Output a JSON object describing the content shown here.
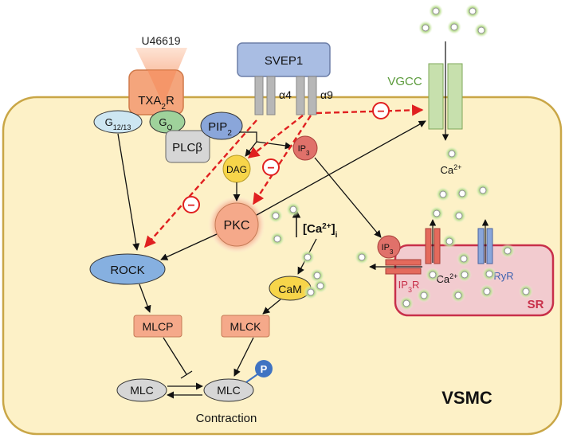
{
  "agonist": "U46619",
  "receptor": {
    "main": "TXA",
    "sub": "2",
    "tail": "R"
  },
  "g1213": {
    "main": "G",
    "sub": "12/13"
  },
  "gq": {
    "main": "G",
    "sub": "Q"
  },
  "pip2": {
    "main": "PIP",
    "sub": "2"
  },
  "plcb": "PLCβ",
  "svep1": "SVEP1",
  "alpha4": "α4",
  "alpha9": "α9",
  "vgcc": "VGCC",
  "ip3": {
    "main": "IP",
    "sub": "3"
  },
  "dag": "DAG",
  "pkc": "PKC",
  "ca_cyto": {
    "main": "Ca",
    "sup": "2+"
  },
  "ca_i": {
    "open": "[Ca",
    "sup": "2+",
    "close": "]",
    "sub": "i"
  },
  "ca_sr": {
    "main": "Ca",
    "sup": "2+"
  },
  "rock": "ROCK",
  "cam": "CaM",
  "mlcp": "MLCP",
  "mlck": "MLCK",
  "mlc1": "MLC",
  "mlc2": "MLC",
  "phospho": "P",
  "contraction": "Contraction",
  "ip3r": {
    "main": "IP",
    "sub": "3",
    "tail": "R"
  },
  "ryr": "RyR",
  "sr": "SR",
  "cell": "VSMC",
  "inhibit_symbol": "−",
  "colors": {
    "cell_fill": "#fdf1c7",
    "cell_stroke": "#c9a646",
    "receptor": "#f4a57c",
    "svep1": "#a9bde3",
    "integrin": "#b7b7b7",
    "vgcc": "#c7e0ad",
    "vgcc_text": "#5a9a3a",
    "pip2": "#8aa6da",
    "g1213": "#cde6f2",
    "gq": "#9fd29b",
    "plcb": "#d6d6d6",
    "ip3": "#e0716a",
    "dag": "#f7d54a",
    "pkc": "#f5a98a",
    "rock": "#86b0e0",
    "cam": "#f7d54a",
    "mlcp": "#f5a98a",
    "mlc": "#d6d6d6",
    "phospho": "#3f73c2",
    "sr_fill": "#f2cbcf",
    "sr_stroke": "#c8304a",
    "inhibit": "#e02020",
    "ca_dot": "#c9e6a0"
  }
}
